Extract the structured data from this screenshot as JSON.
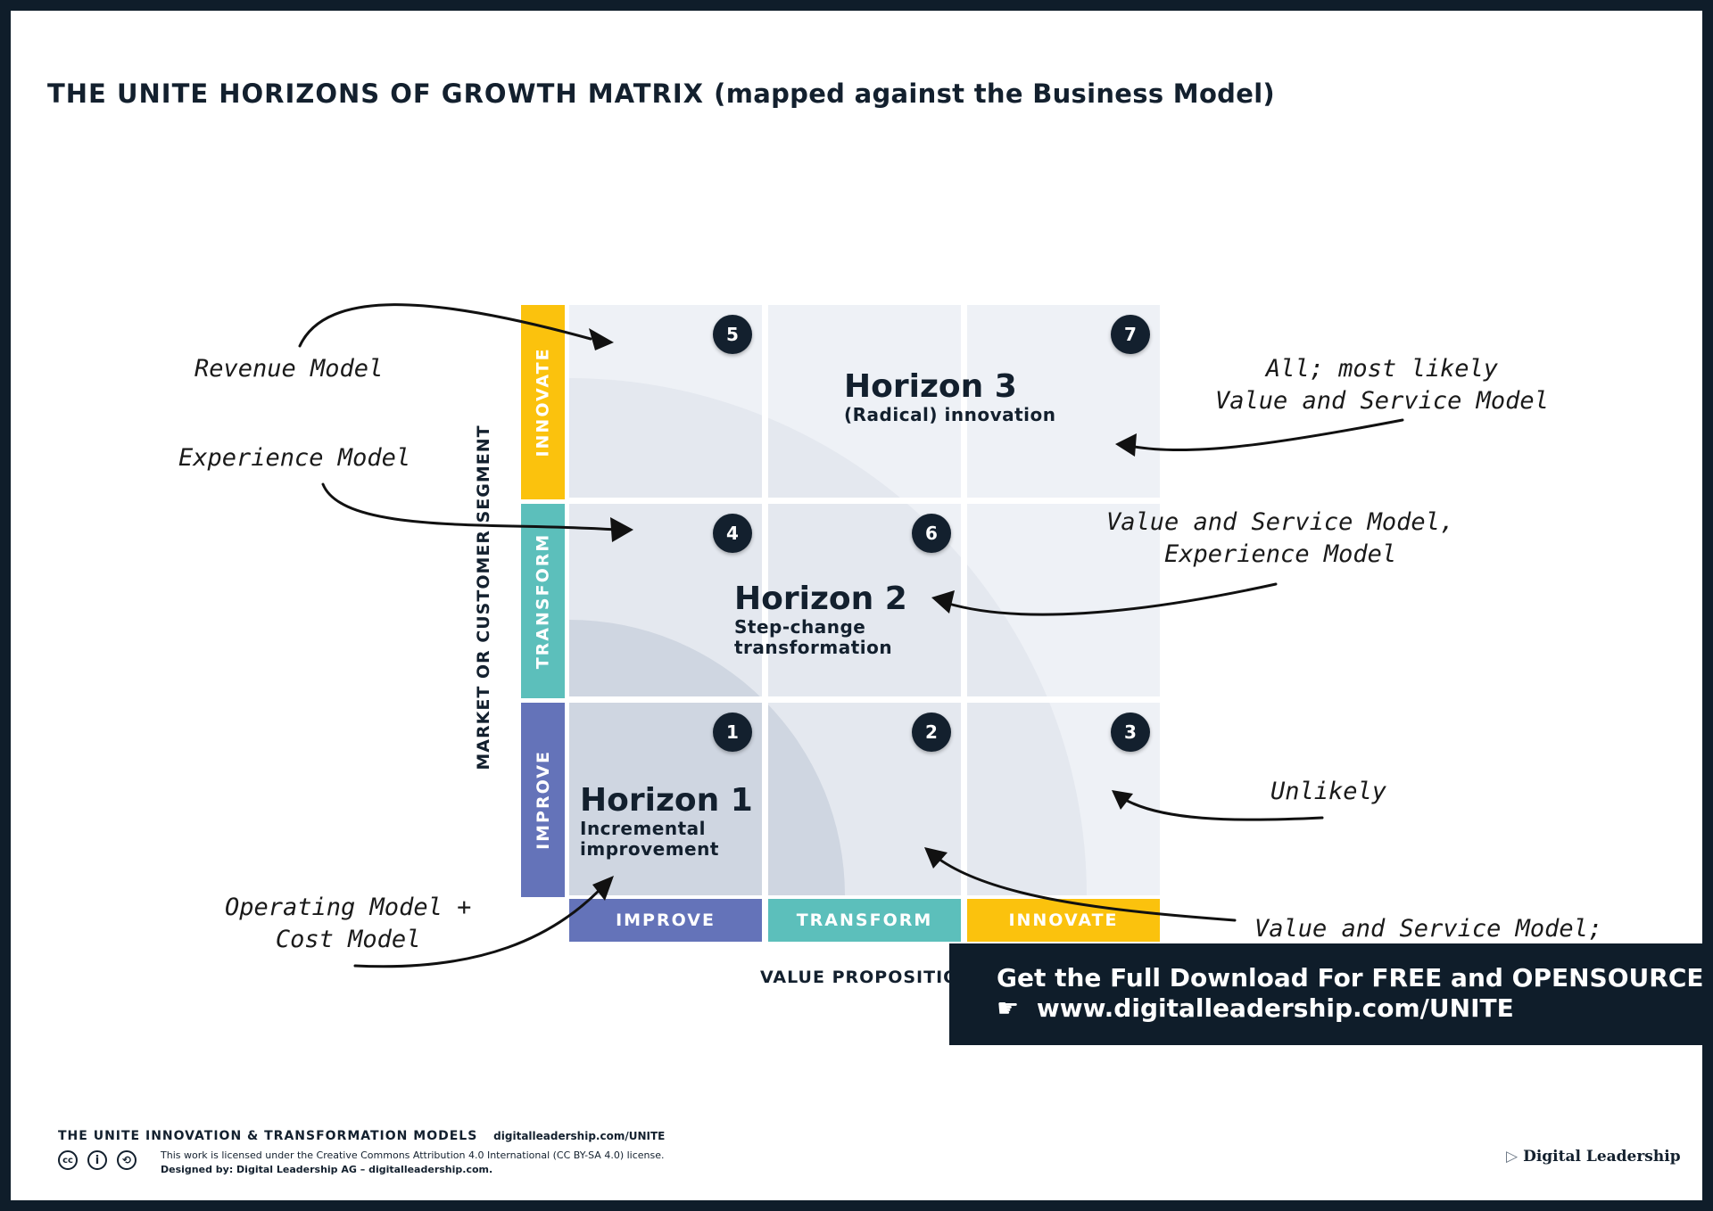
{
  "title": "THE UNITE HORIZONS OF GROWTH MATRIX",
  "title_sub": "(mapped against the Business Model)",
  "matrix": {
    "row_labels": [
      "INNOVATE",
      "TRANSFORM",
      "IMPROVE"
    ],
    "col_labels": [
      "IMPROVE",
      "TRANSFORM",
      "INNOVATE"
    ],
    "y_axis_label": "MARKET OR CUSTOMER SEGMENT",
    "x_axis_label": "VALUE PROPOSITIO",
    "numbers": [
      "5",
      "7",
      "4",
      "6",
      "1",
      "2",
      "3"
    ],
    "colors": {
      "innovate": "#fbc20d",
      "transform": "#5cbfbb",
      "improve": "#6473b9",
      "navy": "#13202e"
    }
  },
  "horizons": [
    {
      "title": "Horizon 3",
      "desc1": "(Radical) innovation",
      "desc2": ""
    },
    {
      "title": "Horizon 2",
      "desc1": "Step-change",
      "desc2": "transformation"
    },
    {
      "title": "Horizon 1",
      "desc1": "Incremental",
      "desc2": "improvement"
    }
  ],
  "annotations": {
    "revenue": "Revenue Model",
    "experience": "Experience Model",
    "operating_1": "Operating Model +",
    "operating_2": "Cost Model",
    "all_1": "All; most likely",
    "all_2": "Value and Service Model",
    "vs_1": "Value and Service Model,",
    "vs_2": "Experience Model",
    "unlikely": "Unlikely",
    "vs_bottom": "Value and Service Model;"
  },
  "banner": {
    "line1": "Get the Full Download For FREE and OPENSOURCE",
    "hand": "☛",
    "line2": "www.digitalleadership.com/UNITE"
  },
  "footer": {
    "series": "THE UNITE INNOVATION & TRANSFORMATION MODELS",
    "url": "digitalleadership.com/UNITE",
    "license": "This work is licensed under the Creative Commons Attribution 4.0 International (CC BY-SA 4.0) license.",
    "designed": "Designed by: Digital Leadership AG – digitalleadership.com.",
    "brand": "Digital Leadership",
    "cc_icons": [
      "cc",
      "i",
      "⟲"
    ]
  }
}
